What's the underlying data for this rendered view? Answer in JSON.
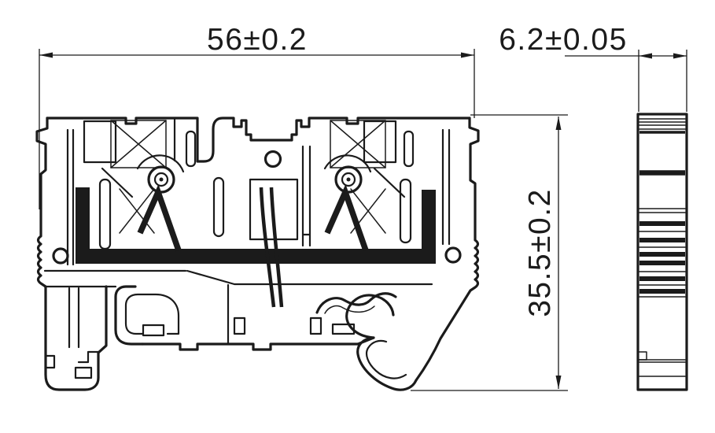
{
  "page": {
    "background": "#ffffff"
  },
  "drawing": {
    "stroke_color": "#1b1b1b",
    "dimensions": {
      "width_label": "56±0.2",
      "thickness_label": "6.2±0.05",
      "height_label": "35.5±0.2"
    }
  }
}
